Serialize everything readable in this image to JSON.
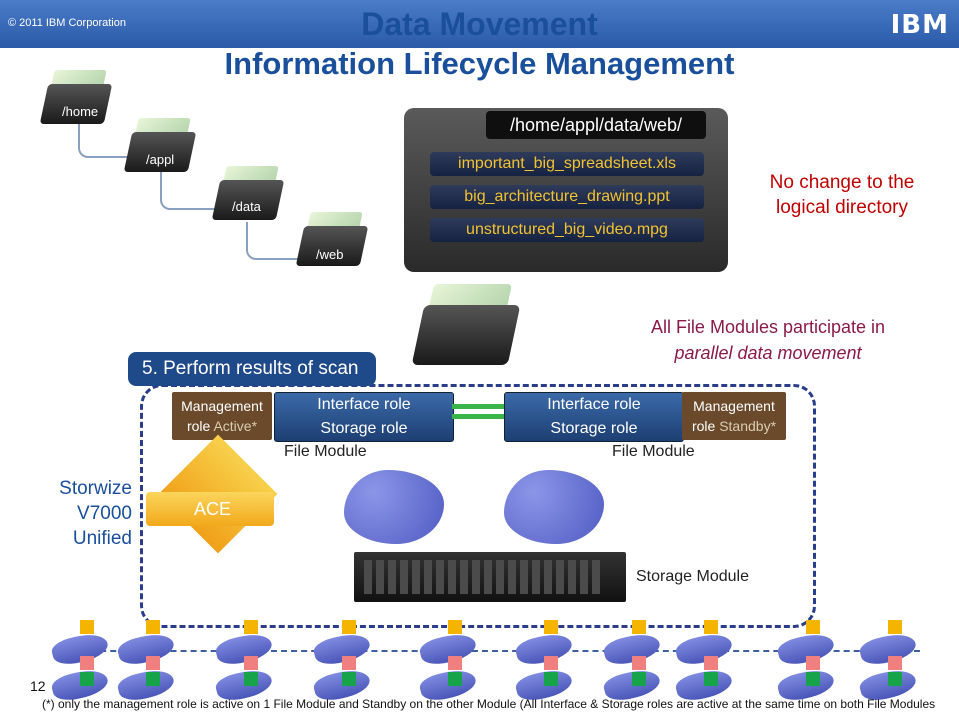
{
  "header": {
    "copyright": "© 2011 IBM Corporation",
    "title": "Data Movement",
    "subtitle": "Information Lifecycle Management",
    "logo_text": "IBM"
  },
  "folders": [
    {
      "label": "/home"
    },
    {
      "label": "/appl"
    },
    {
      "label": "/data"
    },
    {
      "label": "/web"
    }
  ],
  "file_panel": {
    "path": "/home/appl/data/web/",
    "files": [
      "important_big_spreadsheet.xls",
      "big_architecture_drawing.ppt",
      "unstructured_big_video.mpg"
    ]
  },
  "note_logical": "No change to the logical directory",
  "note_parallel_1": "All File Modules participate in",
  "note_parallel_2": "parallel data movement",
  "scan_step": "5. Perform results of scan",
  "system_label": "Storwize V7000 Unified",
  "ace_label": "ACE",
  "module_left": {
    "mgmt_line1": "Management",
    "mgmt_line2_a": "role",
    "mgmt_line2_b": "Active*",
    "interface_role": "Interface role",
    "storage_role": "Storage role",
    "label": "File Module"
  },
  "module_right": {
    "mgmt_line1": "Management",
    "mgmt_line2_a": "role",
    "mgmt_line2_b": "Standby*",
    "interface_role": "Interface role",
    "storage_role": "Storage role",
    "label": "File Module"
  },
  "storage_module_label": "Storage Module",
  "page_number": "12",
  "footnote": "(*) only the management role is active on 1 File Module and Standby on the other Module (All Interface & Storage roles are active at the same time on both File Modules",
  "colors": {
    "title_blue": "#1a4f9c",
    "note_red": "#c00000",
    "note_maroon": "#8b1a4a",
    "file_text_yellow": "#f2c230",
    "link_green": "#39b54a",
    "ace_orange": "#f2a91b"
  },
  "icons": [
    "folder-icon",
    "cloud-icon",
    "client-icon",
    "server-icon"
  ]
}
